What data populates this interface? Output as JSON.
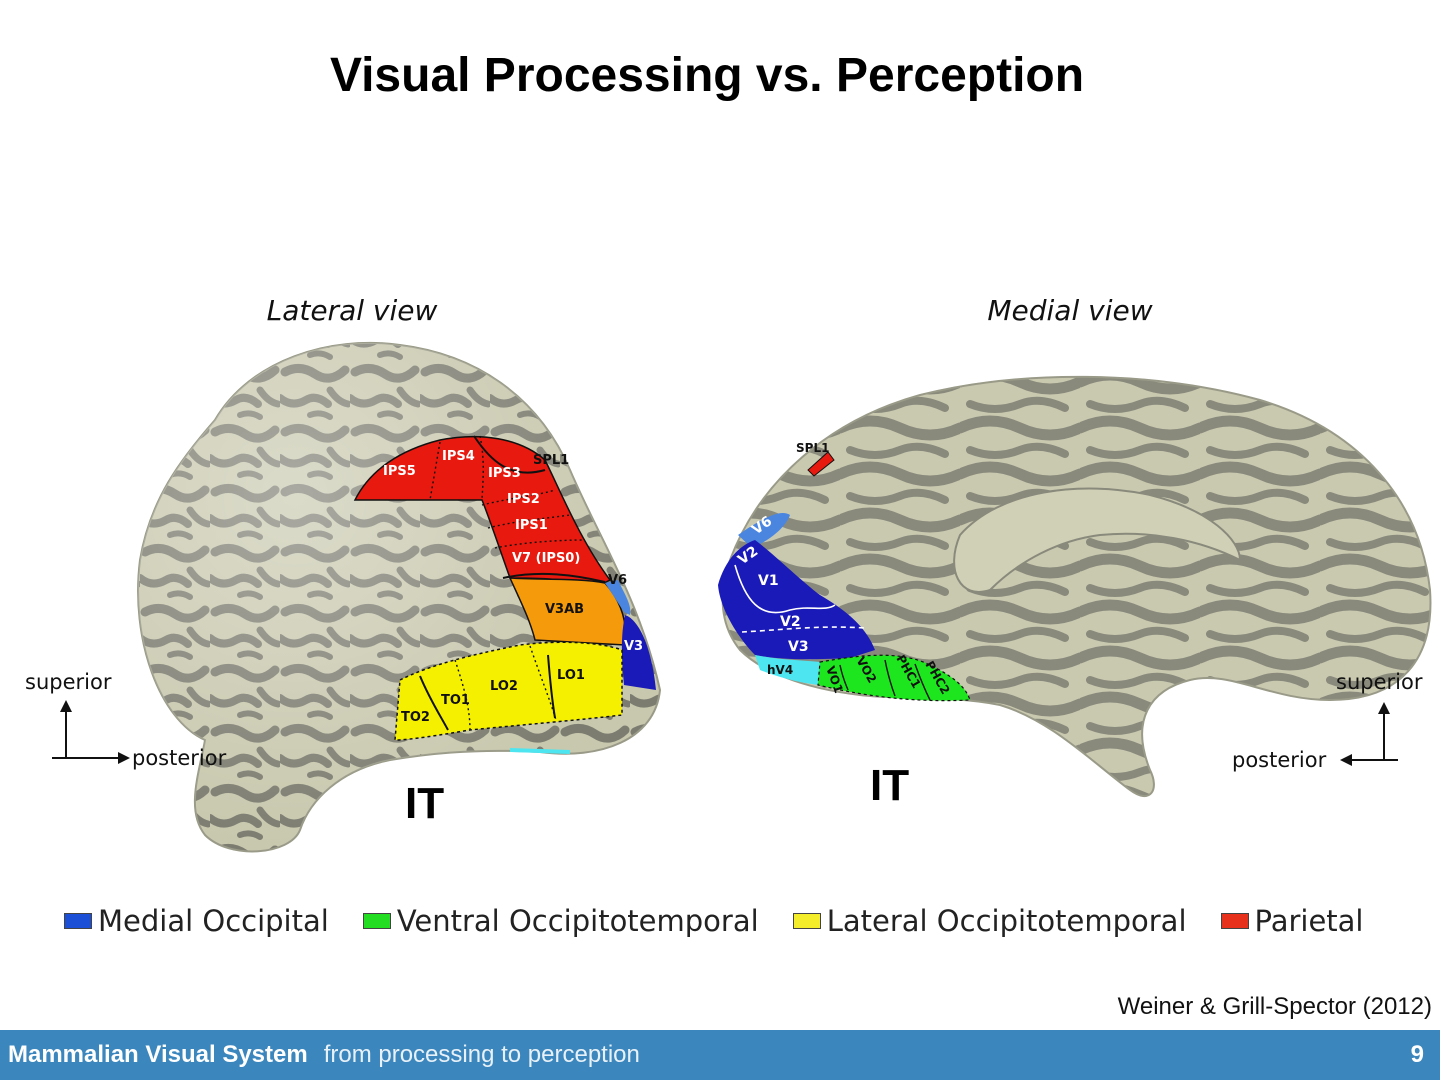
{
  "title": "Visual Processing vs. Perception",
  "views": {
    "lateral": {
      "caption": "Lateral view",
      "regions": {
        "ips5": "IPS5",
        "ips4": "IPS4",
        "ips3": "IPS3",
        "spl1": "SPL1",
        "ips2": "IPS2",
        "ips1": "IPS1",
        "v7": "V7 (IPS0)",
        "v6": "V6",
        "v3ab": "V3AB",
        "v3": "V3",
        "lo1": "LO1",
        "lo2": "LO2",
        "to1": "TO1",
        "to2": "TO2"
      },
      "axis": {
        "vertical": "superior",
        "horizontal": "posterior"
      },
      "it_label": "IT"
    },
    "medial": {
      "caption": "Medial view",
      "regions": {
        "spl1": "SPL1",
        "v6": "V6",
        "v2_upper": "V2",
        "v1": "V1",
        "v2_lower": "V2",
        "v3": "V3",
        "hv4": "hV4",
        "vo1": "VO1",
        "vo2": "VO2",
        "phc1": "PHC1",
        "phc2": "PHC2"
      },
      "axis": {
        "vertical": "superior",
        "horizontal": "posterior"
      },
      "it_label": "IT"
    }
  },
  "colors": {
    "medial_occipital": "#1a1ab8",
    "ventral_occipitotemporal": "#1ee61e",
    "lateral_occipitotemporal": "#f5f000",
    "parietal": "#e8190f",
    "v6_light": "#4a86e0",
    "v3ab_orange": "#f59a0a",
    "hv4_cyan": "#4de6f0",
    "cortex_light": "#c8c8ae",
    "cortex_dark": "#7c7c70",
    "footer_bg": "#3b87bd"
  },
  "legend": [
    {
      "label": "Medial Occipital",
      "color": "#1a4fd6"
    },
    {
      "label": "Ventral Occipitotemporal",
      "color": "#22dd22"
    },
    {
      "label": "Lateral Occipitotemporal",
      "color": "#f4ee2a"
    },
    {
      "label": "Parietal",
      "color": "#e8311c"
    }
  ],
  "citation": "Weiner & Grill-Spector (2012)",
  "footer": {
    "title": "Mammalian Visual System",
    "subtitle": "from processing to perception",
    "page": "9"
  }
}
